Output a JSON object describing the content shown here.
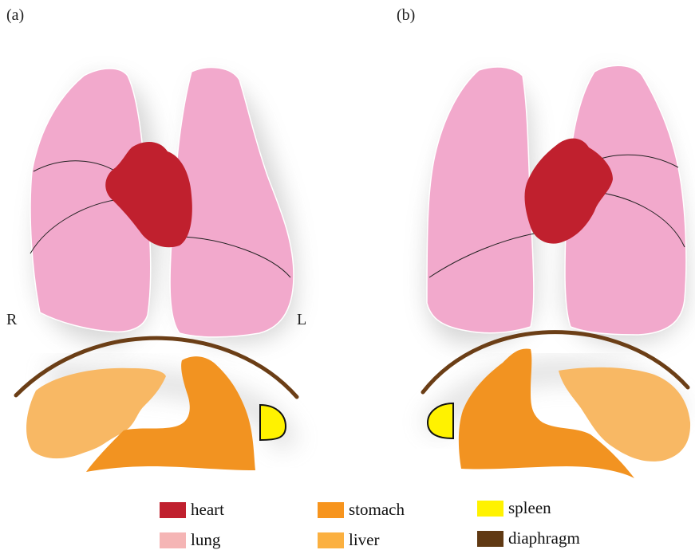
{
  "panels": {
    "a": {
      "label": "(a)",
      "right_side": "R",
      "left_side": "L"
    },
    "b": {
      "label": "(b)"
    }
  },
  "colors": {
    "heart": "#c0202e",
    "lung": "#f2a9cc",
    "stomach": "#f29321",
    "liver": "#f8b864",
    "spleen": "#fff200",
    "diaphragm": "#6b3e16"
  },
  "legend": {
    "heart": {
      "label": "heart",
      "color": "#c0202e"
    },
    "lung": {
      "label": "lung",
      "color": "#f5b5b5"
    },
    "stomach": {
      "label": "stomach",
      "color": "#f7941d"
    },
    "liver": {
      "label": "liver",
      "color": "#fbb040"
    },
    "spleen": {
      "label": "spleen",
      "color": "#fff200"
    },
    "diaphragm": {
      "label": "diaphragm",
      "color": "#603913"
    }
  }
}
